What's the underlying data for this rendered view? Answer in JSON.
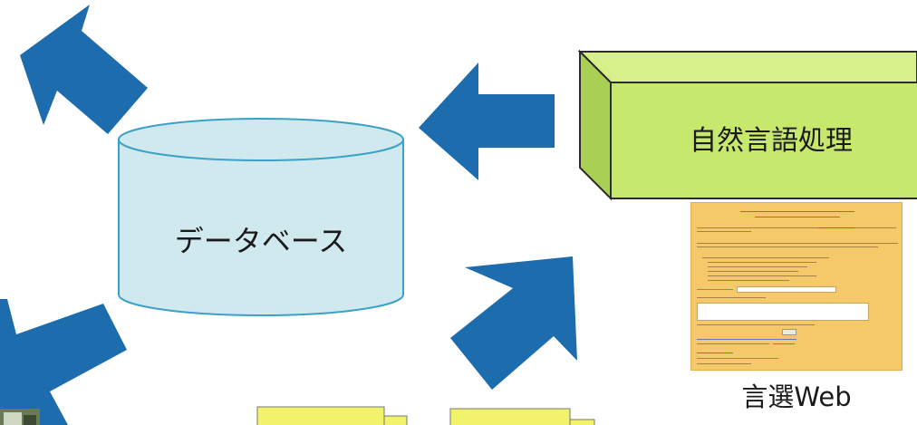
{
  "diagram": {
    "database_label": "データベース",
    "nlp_box_label": "自然言語処理",
    "web_label": "言選Web"
  },
  "colors": {
    "arrow": "#1c6cae",
    "database_fill": "#cfe9ef",
    "database_stroke": "#3ba1c7",
    "nlp_box_fill": "#c6e86c",
    "folder_fill": "#f2f26b"
  },
  "icons": [
    "arrow-icon",
    "database-icon",
    "box-3d-icon",
    "folder-icon"
  ]
}
